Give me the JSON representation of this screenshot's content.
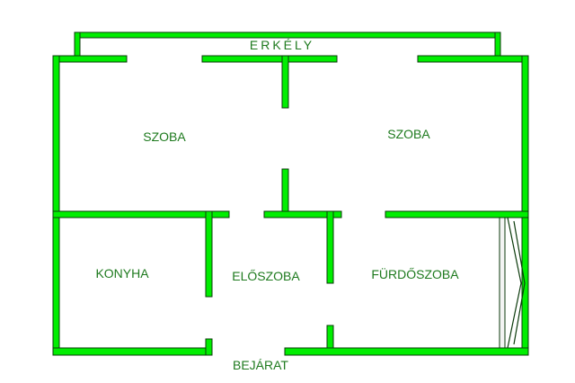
{
  "rooms": {
    "balcony": "ERKÉLY",
    "room_left": "SZOBA",
    "room_right": "SZOBA",
    "kitchen": "KONYHA",
    "hall": "ELŐSZOBA",
    "bathroom": "FÜRDŐSZOBA",
    "entrance": "BEJÁRAT"
  },
  "colors": {
    "wall": "#00ee00",
    "outline": "#0b3a0b",
    "text": "#1e7a1e",
    "background": "#ffffff"
  }
}
